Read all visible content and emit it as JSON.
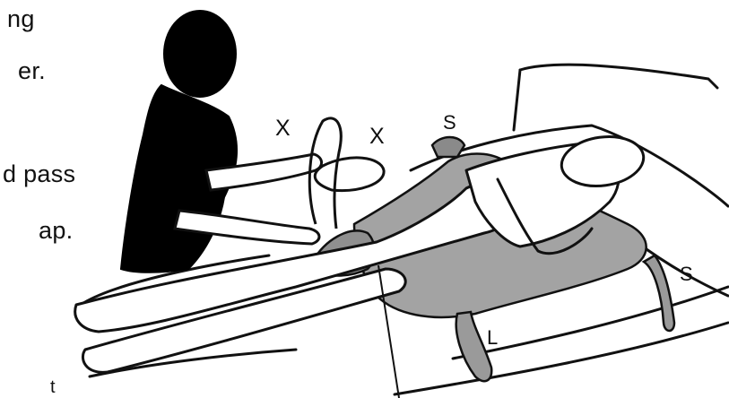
{
  "instruction_text": {
    "line1": "ng",
    "line2": "er.",
    "line3": "d pass",
    "line4": "ap.",
    "line5": "t"
  },
  "strap_markers": {
    "x_left": "X",
    "x_right": "X",
    "s_head": "S",
    "s_side": "S",
    "l_leg": "L"
  },
  "colors": {
    "ink": "#111111",
    "sling": "#9a9a9a",
    "sling_dark": "#6e6e6e",
    "silhouette": "#000000"
  }
}
